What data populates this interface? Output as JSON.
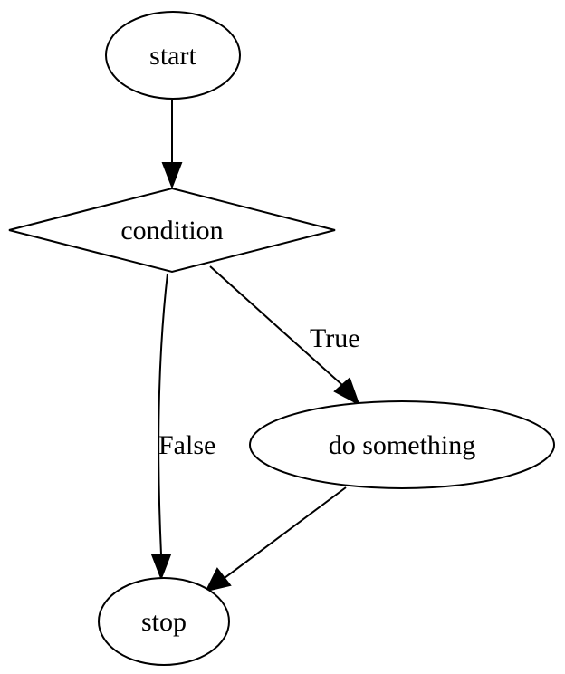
{
  "nodes": {
    "start": "start",
    "condition": "condition",
    "do_something": "do something",
    "stop": "stop"
  },
  "edges": {
    "true_label": "True",
    "false_label": "False"
  }
}
